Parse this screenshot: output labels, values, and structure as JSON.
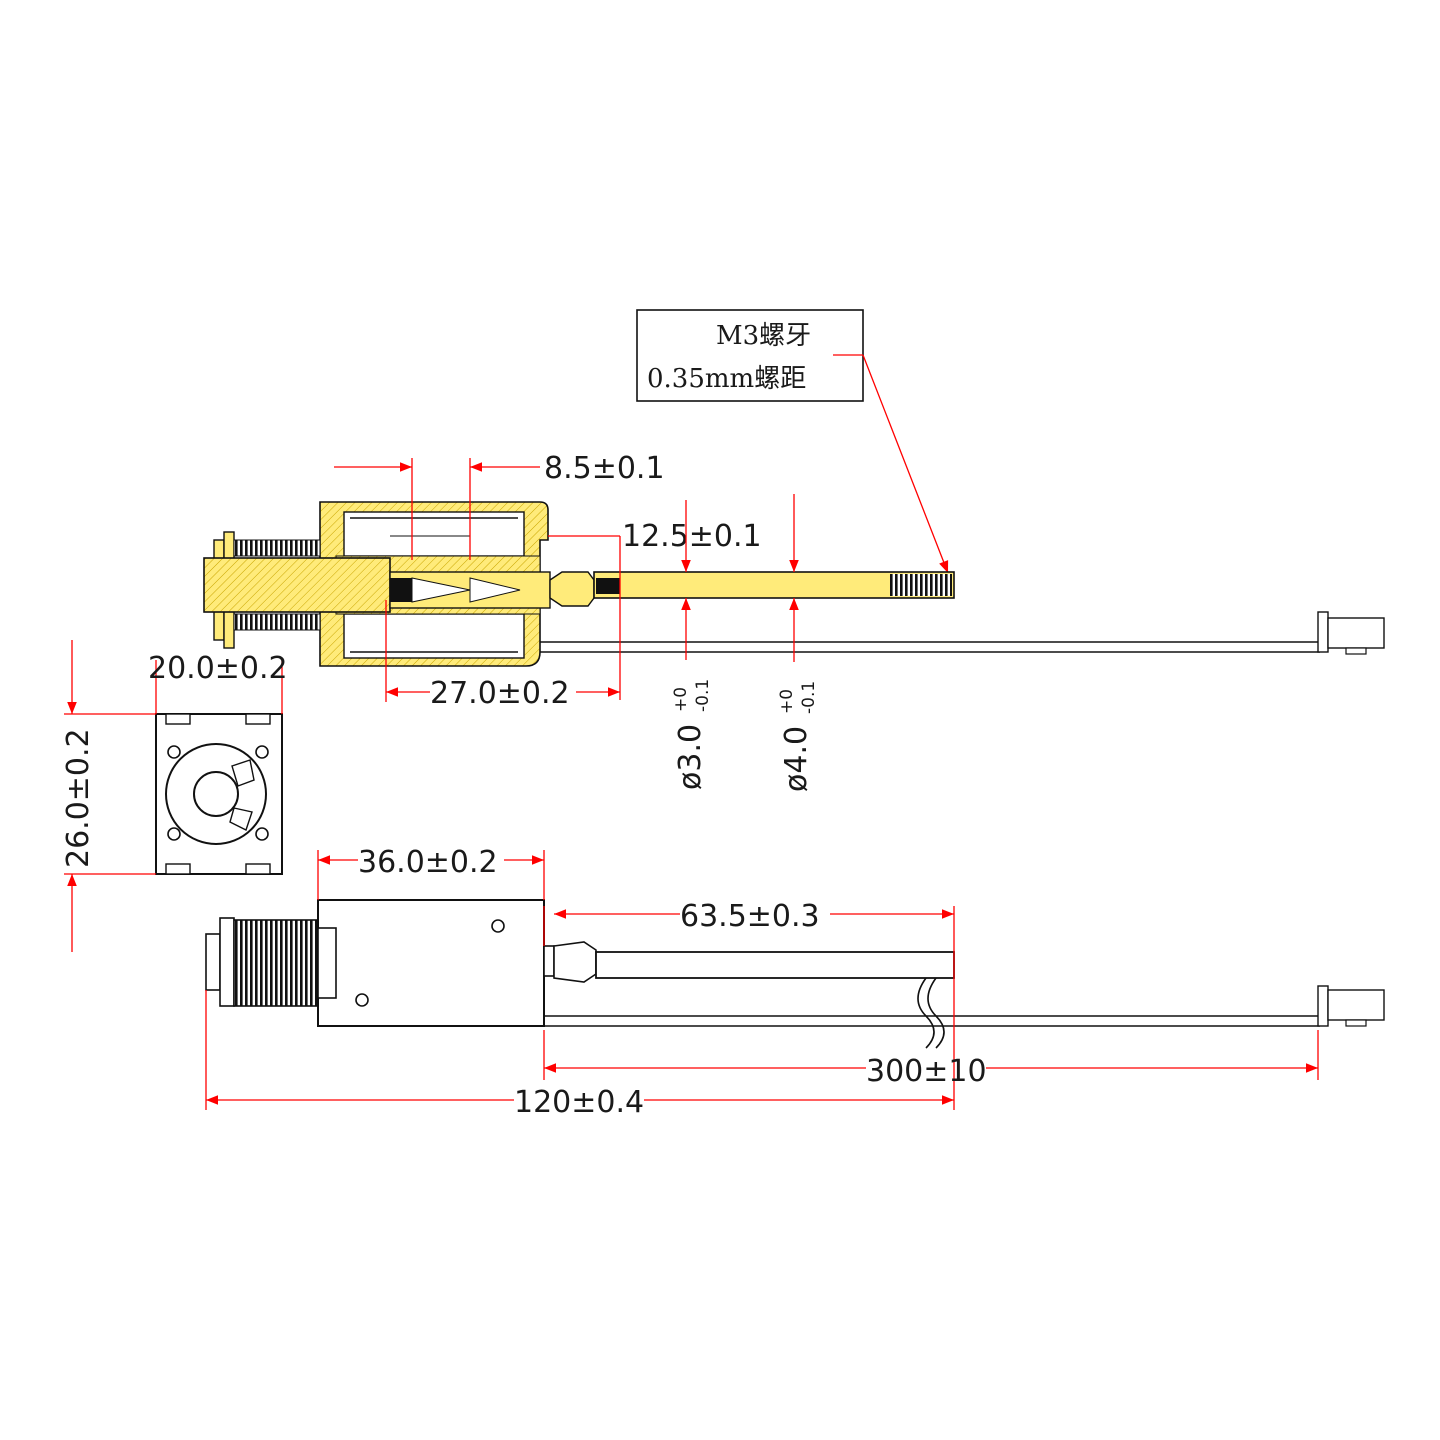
{
  "thread_note": {
    "line1": "M3螺牙",
    "line2": "0.35mm螺距"
  },
  "dimensions": {
    "d_8_5": "8.5±0.1",
    "d_12_5": "12.5±0.1",
    "d_27": "27.0±0.2",
    "d_20": "20.0±0.2",
    "d_26": "26.0±0.2",
    "d_36": "36.0±0.2",
    "d_63_5": "63.5±0.3",
    "d_300": "300±10",
    "d_120": "120±0.4",
    "dia_3": {
      "nominal": "ø3.0",
      "upper": "+0",
      "lower": "-0.1"
    },
    "dia_4": {
      "nominal": "ø4.0",
      "upper": "+0",
      "lower": "-0.1"
    }
  },
  "colors": {
    "dimension_line": "#ff0000",
    "outline": "#111111",
    "section_fill": "#ffeb7a"
  }
}
